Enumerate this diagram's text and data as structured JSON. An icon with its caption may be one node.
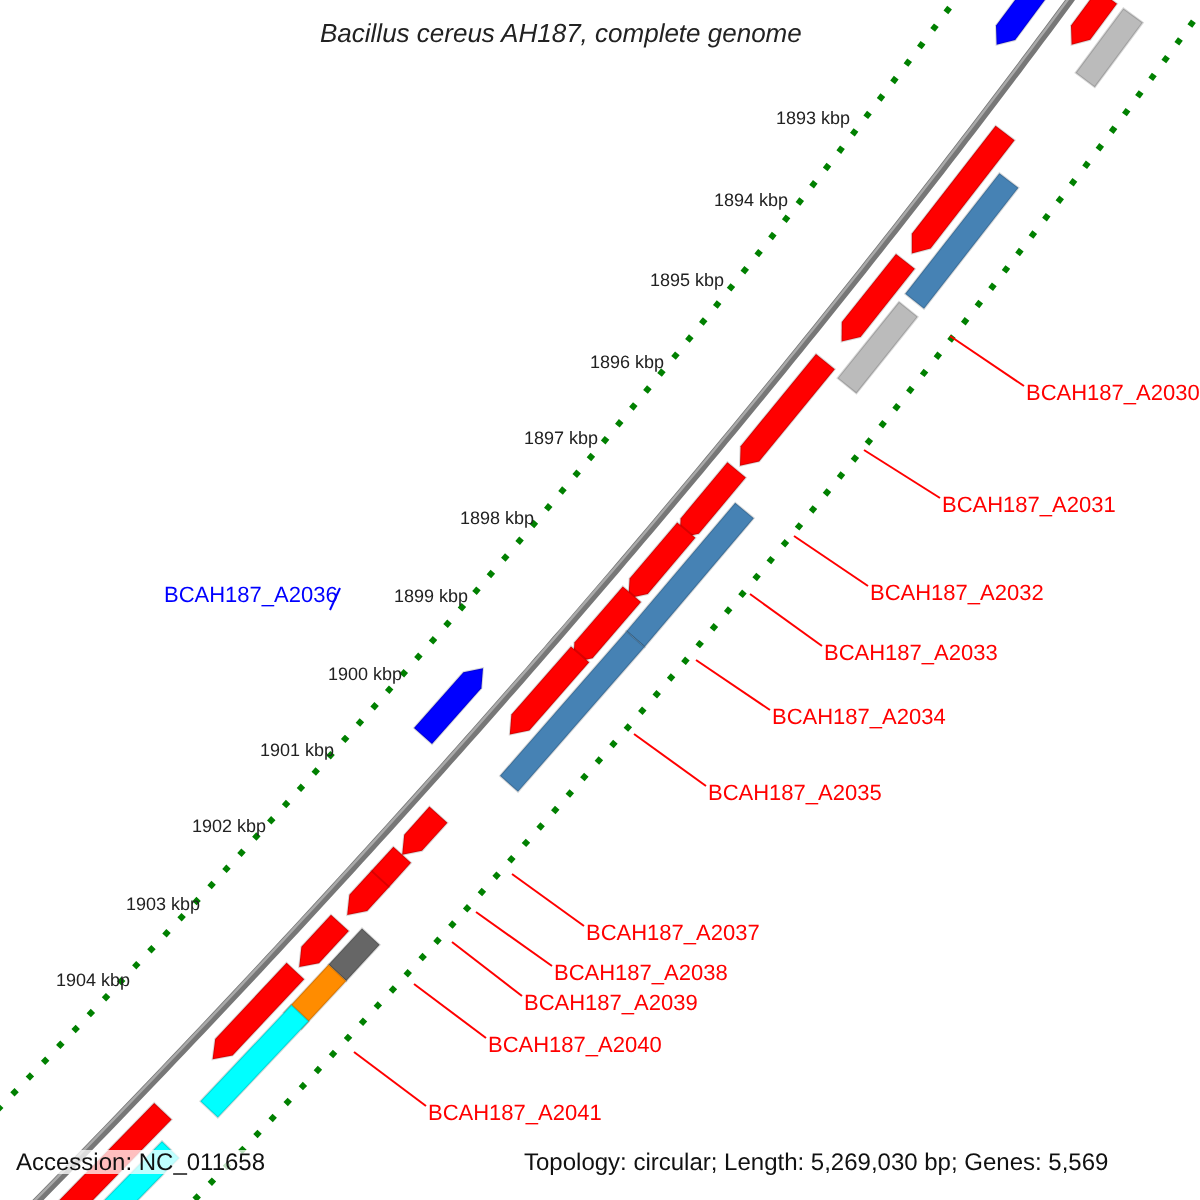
{
  "diagram": {
    "title": "Bacillus cereus AH187, complete genome",
    "nodes": [
      {
        "text": [
          "BCAH187_A2030"
        ]
      },
      {
        "text": [
          "BCAH187_A2031"
        ]
      },
      {
        "text": [
          "BCAH187_A2036"
        ]
      },
      {
        "text": [
          "BCAH187_A2032"
        ]
      },
      {
        "text": [
          "BCAH187_A2033"
        ]
      },
      {
        "text": [
          "BCAH187_A2034"
        ]
      },
      {
        "text": [
          "BCAH187_A2035"
        ]
      },
      {
        "text": [
          "BCAH187_A2037"
        ]
      },
      {
        "text": [
          "BCAH187_A2038"
        ]
      },
      {
        "text": [
          "BCAH187_A2039"
        ]
      },
      {
        "text": [
          "BCAH187_A2040"
        ]
      },
      {
        "text": [
          "BCAH187_A2041"
        ]
      }
    ],
    "edges": [
      {
        "from": 0,
        "to": null,
        "arrow": "none"
      },
      {
        "from": 1,
        "to": null,
        "arrow": "none"
      },
      {
        "from": 2,
        "to": null,
        "arrow": "none",
        "color": "#0000ff"
      },
      {
        "from": 3,
        "to": null,
        "arrow": "none"
      },
      {
        "from": 4,
        "to": null,
        "arrow": "none"
      },
      {
        "from": 5,
        "to": null,
        "arrow": "none"
      },
      {
        "from": 6,
        "to": null,
        "arrow": "none"
      },
      {
        "from": 7,
        "to": null,
        "arrow": "none"
      },
      {
        "from": 8,
        "to": null,
        "arrow": "none"
      },
      {
        "from": 9,
        "to": null,
        "arrow": "none"
      },
      {
        "from": 10,
        "to": null,
        "arrow": "none"
      },
      {
        "from": 11,
        "to": null,
        "arrow": "none"
      }
    ],
    "labels": [
      "1893 kbp",
      "1894 kbp",
      "1895 kbp",
      "1896 kbp",
      "1897 kbp",
      "1898 kbp",
      "1899 kbp",
      "1900 kbp",
      "1901 kbp",
      "1902 kbp",
      "1903 kbp",
      "1904 kbp",
      "Accession: NC_011658",
      "Topology: circular; Length: 5,269,030 bp; Genes: 5,569"
    ]
  }
}
